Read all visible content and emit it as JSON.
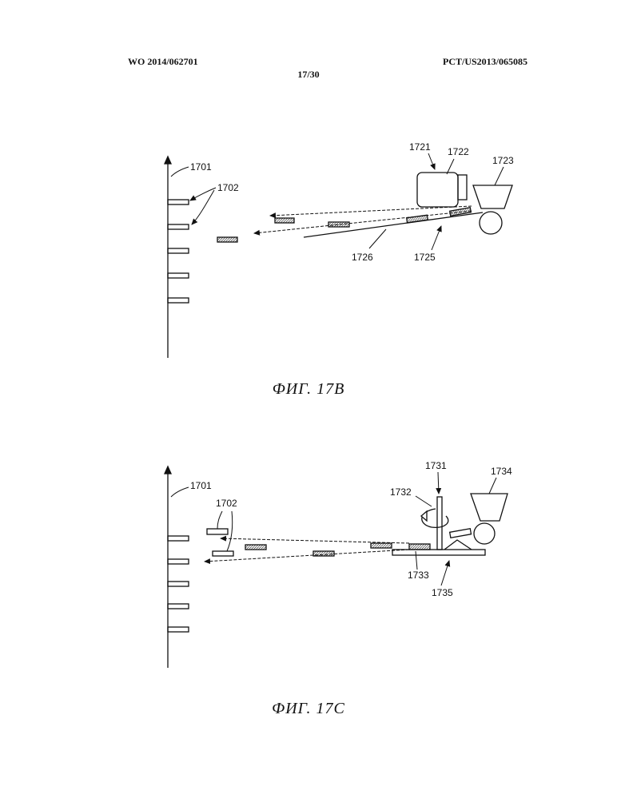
{
  "header": {
    "left": "WO 2014/062701",
    "right": "PCT/US2013/065085",
    "page": "17/30"
  },
  "figures": [
    {
      "caption": "ФИГ. 17B",
      "labels": {
        "axis": "1701",
        "markers": "1702",
        "device": "1721",
        "nozzle": "1722",
        "hopper": "1723",
        "ramp": "1725",
        "plate": "1726"
      }
    },
    {
      "caption": "ФИГ. 17C",
      "labels": {
        "axis": "1701",
        "markers": "1702",
        "spinner": "1731",
        "shaft": "1732",
        "base": "1733",
        "hopper": "1734",
        "platform": "1735"
      }
    }
  ]
}
